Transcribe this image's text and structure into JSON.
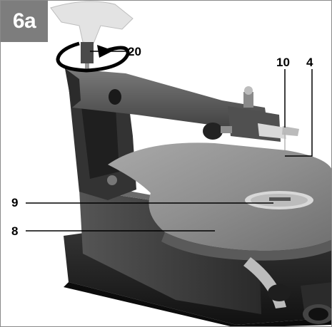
{
  "figure": {
    "badge": "6a",
    "callouts": {
      "c20": "20",
      "c10": "10",
      "c4": "4",
      "c9": "9",
      "c8": "8"
    }
  }
}
